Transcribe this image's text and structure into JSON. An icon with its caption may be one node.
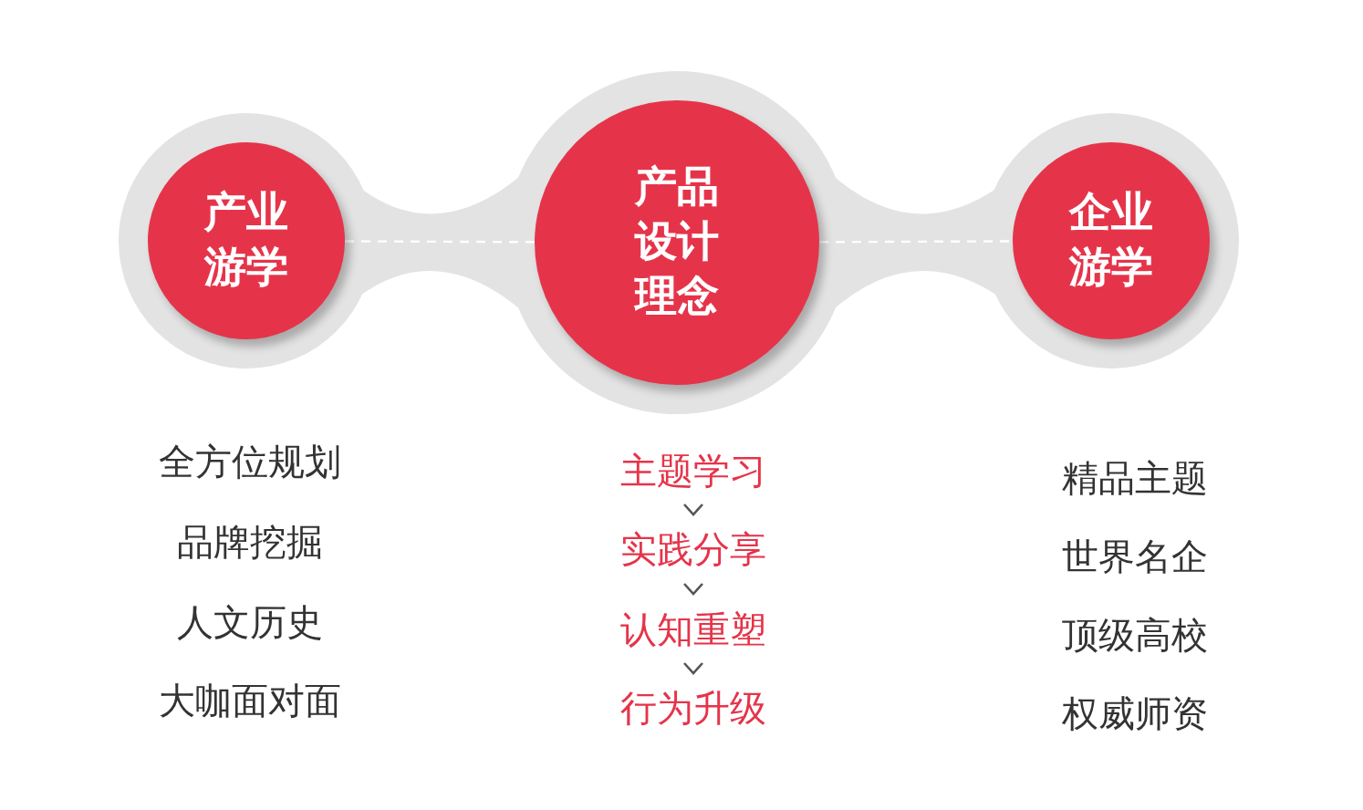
{
  "diagram": {
    "nodes": [
      {
        "text": [
          "产业游学"
        ],
        "beside": [
          "全方位规划",
          "品牌挖掘",
          "人文历史",
          "大咖面对面"
        ]
      },
      {
        "text": [
          "产品设计理念"
        ]
      },
      {
        "text": [
          "企业游学"
        ],
        "beside": [
          "精品主题",
          "世界名企",
          "顶级高校",
          "权威师资"
        ]
      },
      {
        "text": [
          "主题学习"
        ]
      },
      {
        "text": [
          "实践分享"
        ]
      },
      {
        "text": [
          "认知重塑"
        ]
      },
      {
        "text": [
          "行为升级"
        ]
      }
    ],
    "edges": [
      {
        "from": 0,
        "to": 1,
        "arrow": "none",
        "style": "dashed",
        "color": "#ffffff"
      },
      {
        "from": 1,
        "to": 2,
        "arrow": "none",
        "style": "dashed",
        "color": "#ffffff"
      },
      {
        "from": 3,
        "to": 4,
        "arrow": "to"
      },
      {
        "from": 4,
        "to": 5,
        "arrow": "to"
      },
      {
        "from": 5,
        "to": 6,
        "arrow": "to"
      }
    ]
  }
}
